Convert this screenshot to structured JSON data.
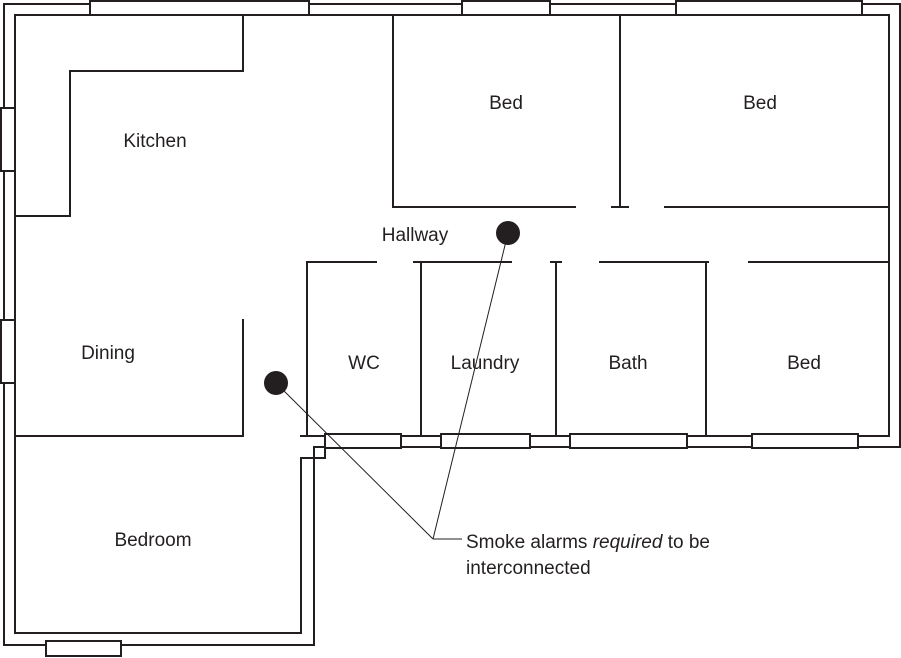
{
  "rooms": {
    "kitchen": "Kitchen",
    "bed_1": "Bed",
    "bed_2": "Bed",
    "hallway": "Hallway",
    "dining": "Dining",
    "wc": "WC",
    "laundry": "Laundry",
    "bath": "Bath",
    "bed_3": "Bed",
    "bedroom": "Bedroom"
  },
  "note": {
    "prefix": "Smoke alarms ",
    "emphasis": "required",
    "suffix": " to be",
    "line2": "interconnected"
  },
  "colors": {
    "ink": "#231f20",
    "background": "#ffffff"
  }
}
